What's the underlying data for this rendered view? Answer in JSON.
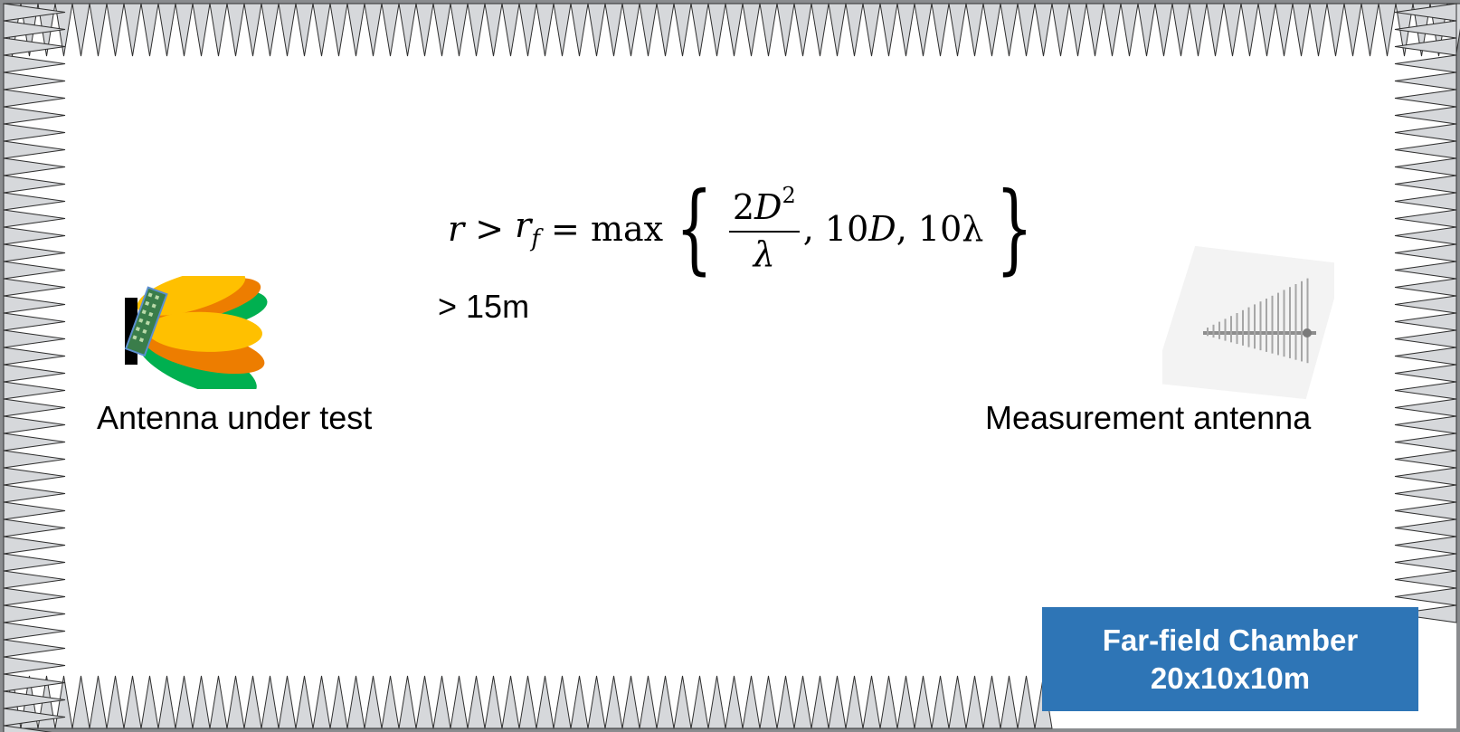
{
  "labels": {
    "antenna_under_test": "Antenna under test",
    "measurement_antenna": "Measurement antenna",
    "distance": "> 15m"
  },
  "formula": {
    "r": "r",
    "gt": " > ",
    "r_f_base": "r",
    "r_f_sub": "f",
    "eq": " = max",
    "frac_num_coef": "2",
    "frac_num_var": "D",
    "frac_num_exp": "2",
    "frac_den": "λ",
    "term_10D_coef": ", 10",
    "term_10D_var": "D",
    "term_10l": ", 10λ",
    "brace_open": "{",
    "brace_close": "}"
  },
  "chamber_box": {
    "line1": "Far-field Chamber",
    "line2": "20x10x10m"
  },
  "colors": {
    "absorber_fill": "#d6d8db",
    "absorber_stroke": "#303030",
    "frame": "#8a8c8f",
    "chamber_box": "#2e75b6",
    "lobe_yellow": "#ffc000",
    "lobe_orange": "#ed7d00",
    "lobe_green": "#00b050"
  },
  "icons": {
    "aut": "phased-array-antenna-icon",
    "measurement": "log-periodic-antenna-icon"
  }
}
